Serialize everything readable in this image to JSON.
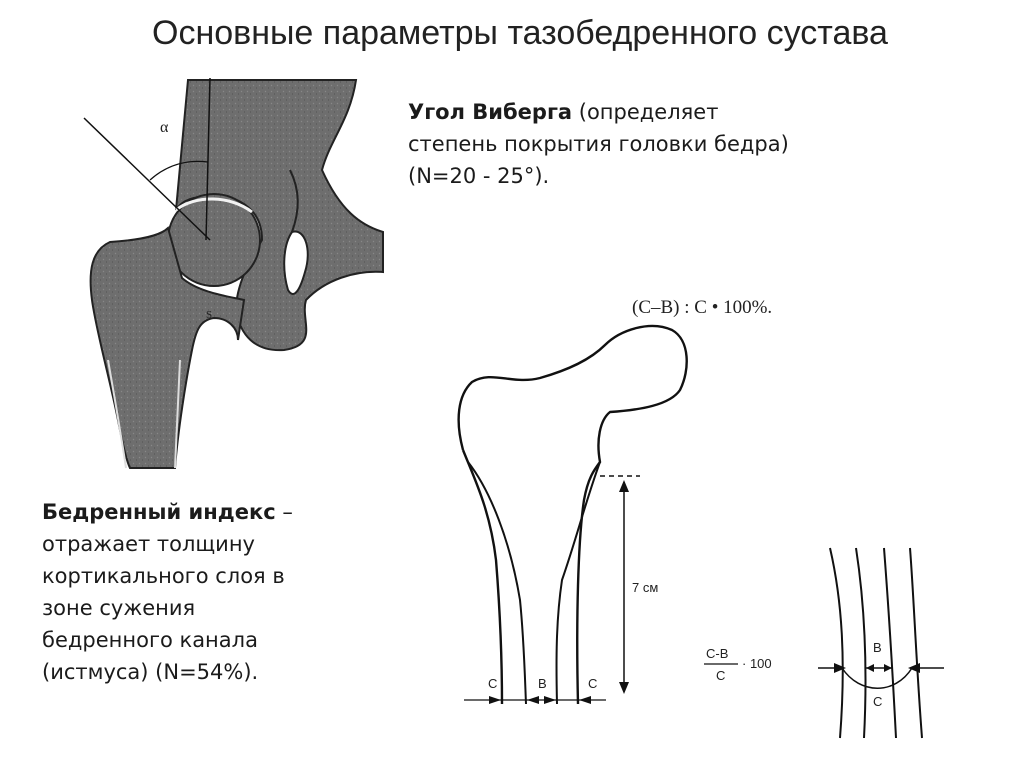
{
  "title": "Основные параметры тазобедренного сустава",
  "wiberg": {
    "term": "Угол Виберга",
    "line1_rest": " (определяет",
    "line2": "степень покрытия головки бедра)",
    "line3": "(N=20 - 25°)."
  },
  "femoral_index": {
    "term": "Бедренный индекс",
    "line1_rest": " –",
    "line2": "отражает толщину",
    "line3": "кортикального слоя в",
    "line4": "зоне сужения",
    "line5": "бедренного канала",
    "line6": "(истмуса) (N=54%)."
  },
  "hip_figure": {
    "angle_label": "α",
    "small_mark": "S"
  },
  "femur_figure": {
    "formula": "(C–B) : C • 100%.",
    "distance_label": "7 см",
    "label_c": "C",
    "label_b": "B",
    "fraction_numerator": "C-B",
    "fraction_denominator": "C",
    "multiplier": "· 100"
  },
  "colors": {
    "bone_fill": "#6e6e6e",
    "line": "#1a1a1a"
  }
}
